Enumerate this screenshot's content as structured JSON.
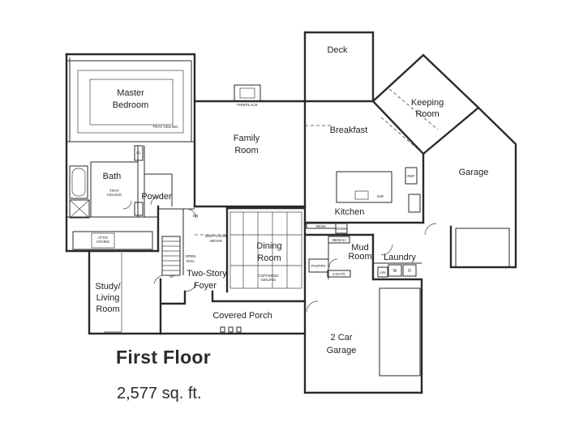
{
  "title": "First Floor",
  "area": "2,577 sq. ft.",
  "rooms": {
    "deck": "Deck",
    "keeping_room": [
      "Keeping",
      "Room"
    ],
    "master_bedroom": [
      "Master",
      "Bedroom"
    ],
    "family_room": [
      "Family",
      "Room"
    ],
    "breakfast": "Breakfast",
    "garage": "Garage",
    "bath": "Bath",
    "powder": "Powder",
    "kitchen": "Kitchen",
    "dining_room": [
      "Dining",
      "Room"
    ],
    "mud_room": [
      "Mud",
      "Room"
    ],
    "laundry": "Laundry",
    "study": [
      "Study/",
      "Living",
      "Room"
    ],
    "foyer": [
      "Two-Story",
      "Foyer"
    ],
    "covered_porch": "Covered Porch",
    "two_car_garage": [
      "2 Car",
      "Garage"
    ]
  },
  "fixtures": {
    "fireplace": "FIREPLACE",
    "tray_ceiling_master": "TRAY CEILING",
    "tray_ceiling_bath": [
      "TRAY",
      "CEILING"
    ],
    "attic_stairs": [
      "ATTIC",
      "STAIRS"
    ],
    "second_floor_above": [
      "2ND FLOOR",
      "ABOVE"
    ],
    "open_rail": [
      "OPEN",
      "RAIL"
    ],
    "up": "UP",
    "dn": "DN",
    "coffered_ceiling": [
      "COFFERED",
      "CEILING"
    ],
    "desk": "DESK",
    "oven": "OVEN",
    "ref": "REF",
    "dw": "DW",
    "bench": "BENCH",
    "pantry": "PANTRY",
    "coats": "COATS",
    "washer": "W",
    "dryer": "D",
    "linen": "LIN",
    "closet_tag": "CL"
  }
}
